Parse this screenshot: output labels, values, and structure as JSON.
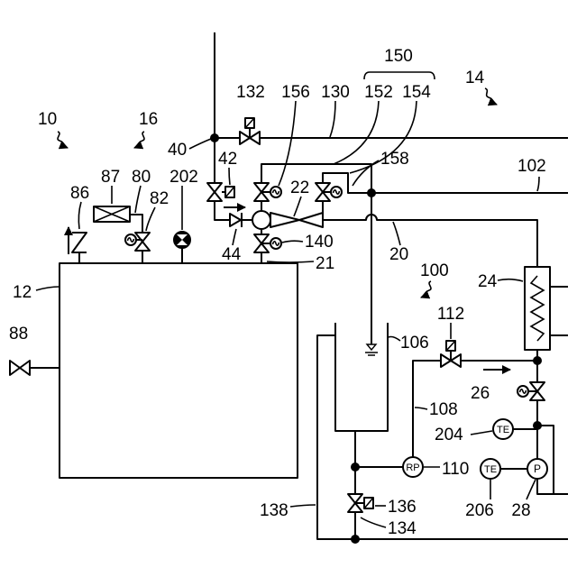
{
  "labels": {
    "r150": "150",
    "r14": "14",
    "r132": "132",
    "r156": "156",
    "r130": "130",
    "r152": "152",
    "r154": "154",
    "r10": "10",
    "r16": "16",
    "r40": "40",
    "r42": "42",
    "r158": "158",
    "r102": "102",
    "r86": "86",
    "r87": "87",
    "r80": "80",
    "r82": "82",
    "r202": "202",
    "r22": "22",
    "r140": "140",
    "r44": "44",
    "r21": "21",
    "r20": "20",
    "r100": "100",
    "r12": "12",
    "r88": "88",
    "r24": "24",
    "r112": "112",
    "r106": "106",
    "r26": "26",
    "r108": "108",
    "r204": "204",
    "r110": "110",
    "r206": "206",
    "r28": "28",
    "r138": "138",
    "r136": "136",
    "r134": "134"
  },
  "symbols": {
    "te_204": "TE",
    "rp_110": "RP",
    "te_206": "TE",
    "p_28": "P"
  }
}
